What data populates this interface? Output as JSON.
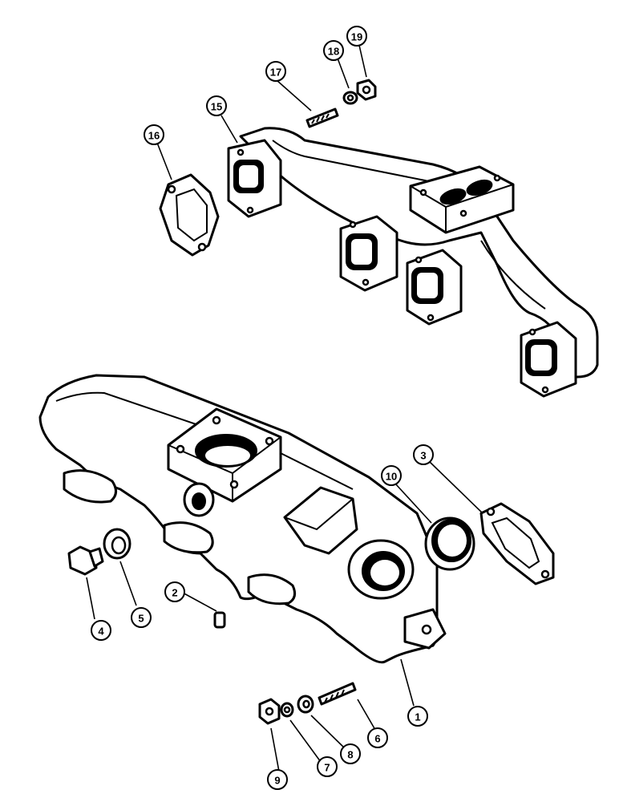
{
  "callouts": [
    {
      "id": "c1",
      "label": "1"
    },
    {
      "id": "c2",
      "label": "2"
    },
    {
      "id": "c3",
      "label": "3"
    },
    {
      "id": "c4",
      "label": "4"
    },
    {
      "id": "c5",
      "label": "5"
    },
    {
      "id": "c6",
      "label": "6"
    },
    {
      "id": "c7",
      "label": "7"
    },
    {
      "id": "c8",
      "label": "8"
    },
    {
      "id": "c9",
      "label": "9"
    },
    {
      "id": "c10",
      "label": "10"
    },
    {
      "id": "c15",
      "label": "15"
    },
    {
      "id": "c16",
      "label": "16"
    },
    {
      "id": "c17",
      "label": "17"
    },
    {
      "id": "c18",
      "label": "18"
    },
    {
      "id": "c19",
      "label": "19"
    }
  ]
}
